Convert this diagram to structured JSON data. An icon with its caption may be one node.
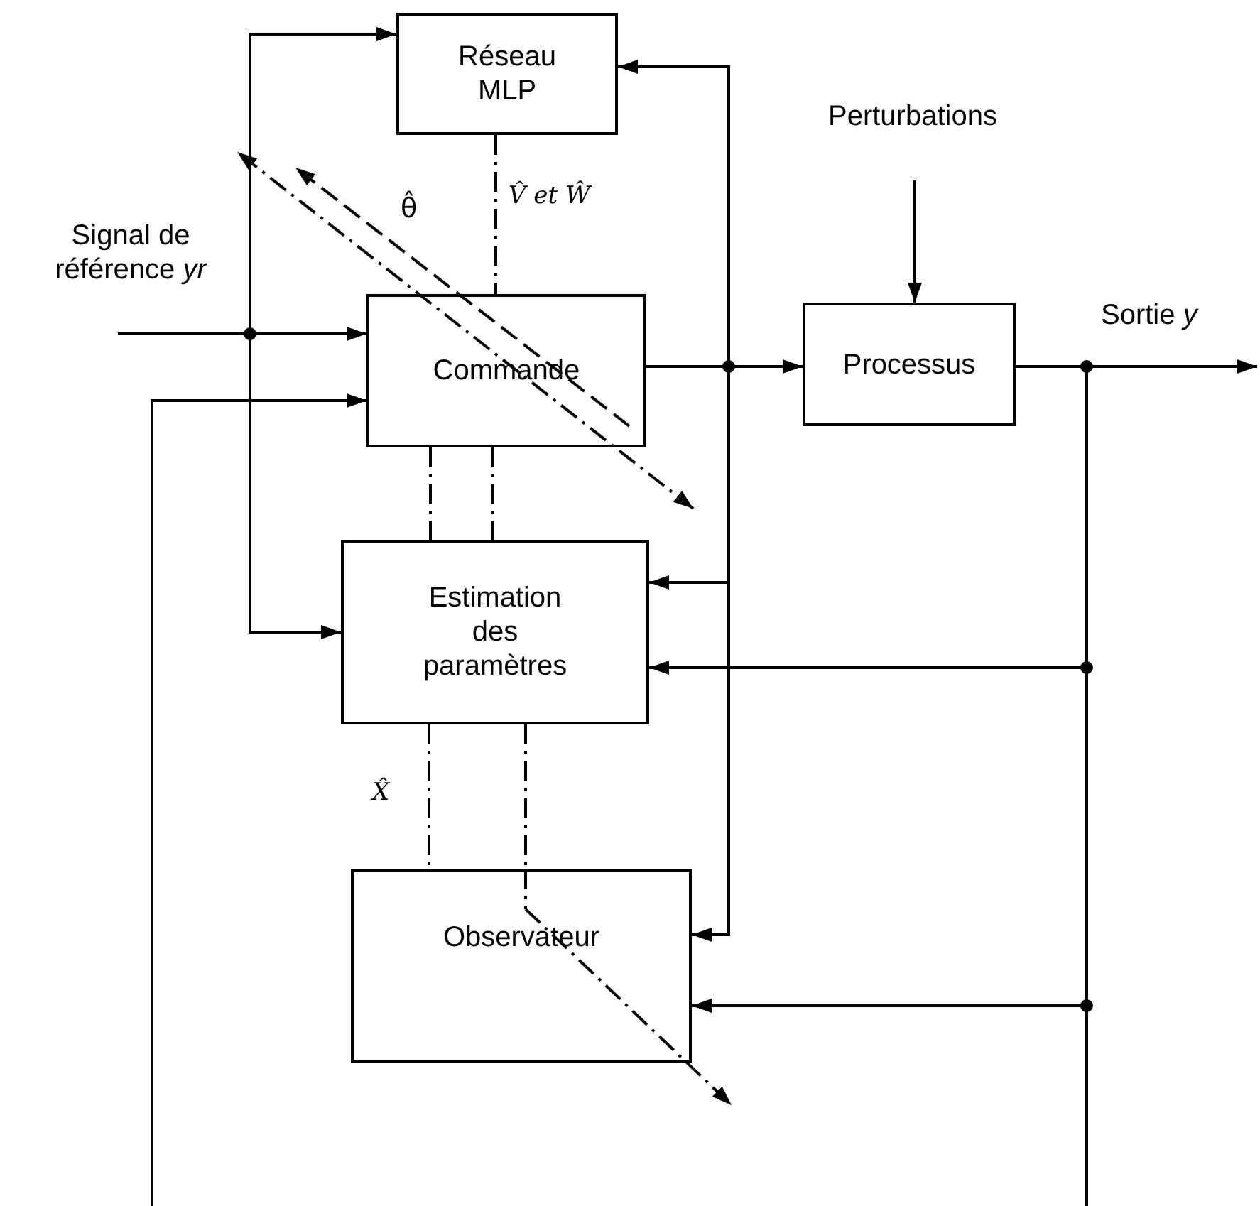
{
  "diagram": {
    "nodes": [
      {
        "text": [
          "Réseau MLP"
        ]
      },
      {
        "text": [
          "Commande"
        ]
      },
      {
        "text": [
          "Processus"
        ]
      },
      {
        "text": [
          "Estimation des paramètres"
        ]
      },
      {
        "text": [
          "Observateur"
        ]
      }
    ],
    "edges": [
      {
        "from": null,
        "to": 1,
        "arrow": "to"
      },
      {
        "from": null,
        "to": 0,
        "arrow": "to"
      },
      {
        "from": null,
        "to": 3,
        "arrow": "to"
      },
      {
        "from": null,
        "to": 1,
        "arrow": "to"
      },
      {
        "from": null,
        "to": 2,
        "arrow": "to"
      },
      {
        "from": 1,
        "to": 2,
        "arrow": "to"
      },
      {
        "from": 1,
        "to": 0,
        "arrow": "to"
      },
      {
        "from": 1,
        "to": 3,
        "arrow": "to"
      },
      {
        "from": 1,
        "to": 4,
        "arrow": "to"
      },
      {
        "from": 2,
        "to": null,
        "arrow": "to"
      },
      {
        "from": 2,
        "to": 3,
        "arrow": "to"
      },
      {
        "from": 2,
        "to": 4,
        "arrow": "to"
      },
      {
        "from": 0,
        "to": 1,
        "arrow": "none",
        "style": "dashed",
        "label": "V̂ et Ŵ"
      },
      {
        "from": 1,
        "to": 3,
        "arrow": "none",
        "style": "dashed"
      },
      {
        "from": 1,
        "to": 3,
        "arrow": "none",
        "style": "dashed"
      },
      {
        "from": 3,
        "to": 4,
        "arrow": "none",
        "style": "dashed",
        "label": "X̂"
      },
      {
        "from": 3,
        "to": 4,
        "arrow": "none",
        "style": "dashed"
      }
    ],
    "labels": [
      "Perturbations",
      "Signal de référence *yr*",
      "θ̂",
      "Sortie *y*"
    ]
  }
}
